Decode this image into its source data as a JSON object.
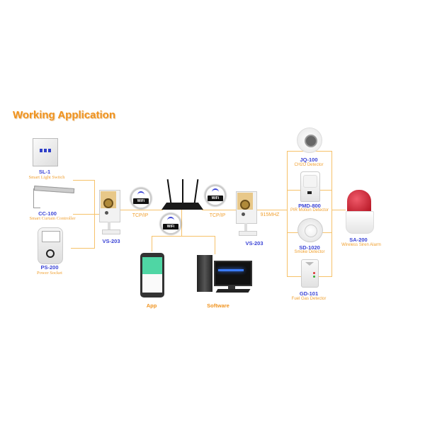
{
  "title": "Working Application",
  "left_devices": [
    {
      "model": "SL-1",
      "name": "Smart Light Switch"
    },
    {
      "model": "CC-100",
      "name": "Smart Curtain Controller"
    },
    {
      "model": "PS-200",
      "name": "Power Socket"
    }
  ],
  "hub_left": {
    "model": "VS-203",
    "link": "TCP/IP"
  },
  "hub_right": {
    "model": "VS-203",
    "link": "TCP/IP",
    "rf": "915MHZ"
  },
  "wifi_badge": "WiFi",
  "clients": [
    {
      "label": "App"
    },
    {
      "label": "Software"
    }
  ],
  "detectors": [
    {
      "model": "JQ-100",
      "name": "CH2O Detector"
    },
    {
      "model": "PMD-800",
      "name": "PIR Motion Detector"
    },
    {
      "model": "SD-1020",
      "name": "Smoke Detector"
    },
    {
      "model": "GD-101",
      "name": "Fuel Gas Detector"
    }
  ],
  "siren": {
    "model": "SA-200",
    "name": "Wireless Siren Alarm"
  },
  "colors": {
    "accent": "#f0931e",
    "model_text": "#3b44d6",
    "line": "#f6c26a"
  }
}
